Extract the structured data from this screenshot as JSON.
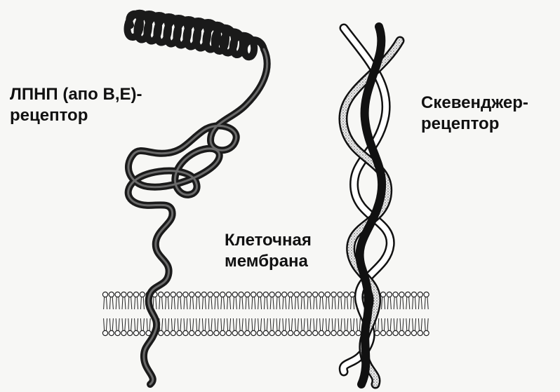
{
  "labels": {
    "ldl_receptor_line1": "ЛПНП (апо B,E)-",
    "ldl_receptor_line2": "рецептор",
    "scavenger_line1": "Скевенджер-",
    "scavenger_line2": "рецептор",
    "membrane_line1": "Клеточная",
    "membrane_line2": "мембрана"
  },
  "colors": {
    "ink": "#111111",
    "paper": "#f7f7f5",
    "strand_dark": "#1a1a1a",
    "strand_light_fill": "#ffffff",
    "strand_dotted_fill": "#d9d9d9"
  }
}
